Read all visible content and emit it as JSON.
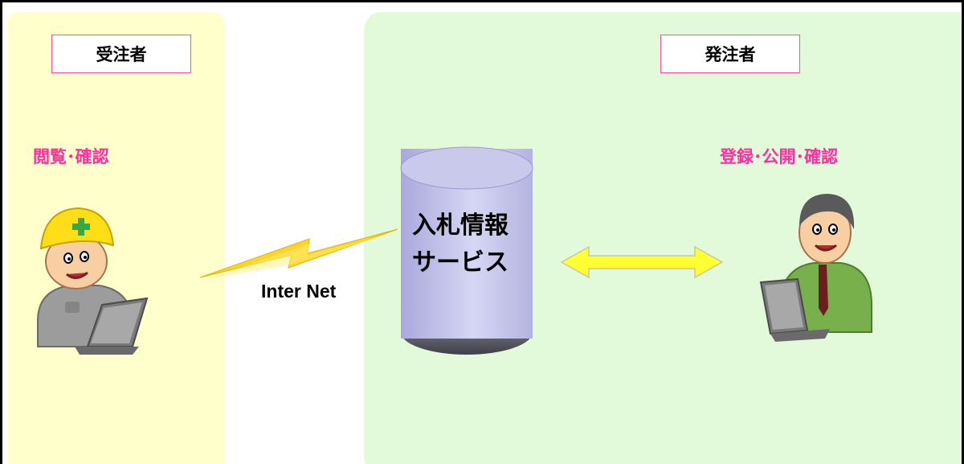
{
  "contractor": {
    "role": "受注者",
    "action": "閲覧･確認"
  },
  "orderer": {
    "role": "発注者",
    "action": "登録･公開･確認"
  },
  "service": {
    "name": "入札情報\nサービス"
  },
  "network": {
    "label": "Inter Net"
  },
  "colors": {
    "contractor_zone": "#ffffcc",
    "orderer_zone": "#e2f9da",
    "accent_pink": "#ff2fa0",
    "lightning": "#ffd42a",
    "arrow": "#ffff33",
    "database": "#c8c8ee"
  }
}
